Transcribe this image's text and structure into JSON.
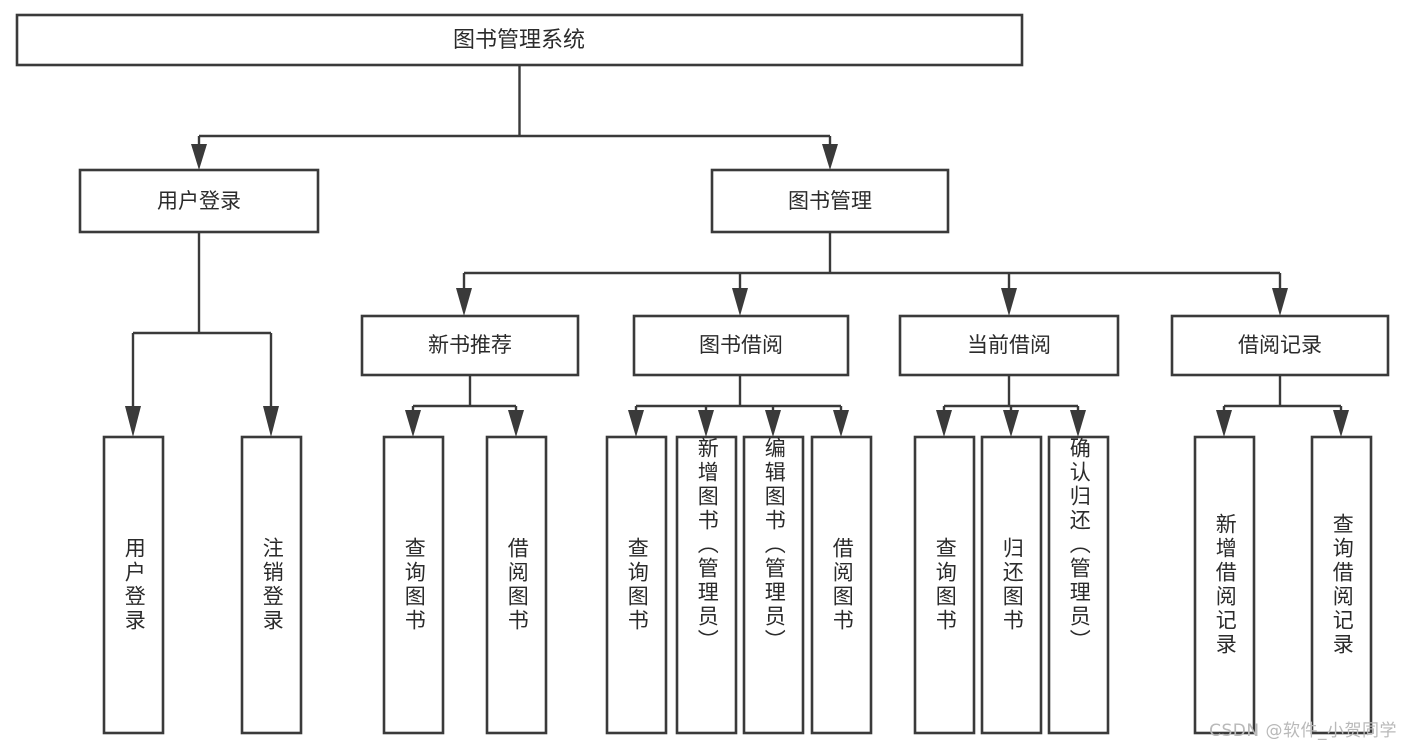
{
  "diagram": {
    "title": "图书管理系统",
    "type": "tree-hierarchy",
    "orientation": "top-down",
    "box_fill": "#ffffff",
    "box_stroke": "#3a3a3a",
    "text_color": "#2b2b2b"
  },
  "watermark": {
    "text": "CSDN @软件_小贺同学",
    "color": "#b9b9b9"
  },
  "nodes": {
    "root": {
      "label": "图书管理系统",
      "level": 1
    },
    "l2": [
      {
        "id": "user-login",
        "label": "用户登录",
        "level": 2
      },
      {
        "id": "book-manage",
        "label": "图书管理",
        "level": 2
      }
    ],
    "l3": [
      {
        "id": "new-book-rec",
        "label": "新书推荐",
        "level": 3,
        "parent": "book-manage"
      },
      {
        "id": "book-borrow",
        "label": "图书借阅",
        "level": 3,
        "parent": "book-manage"
      },
      {
        "id": "current-borrow",
        "label": "当前借阅",
        "level": 3,
        "parent": "book-manage"
      },
      {
        "id": "borrow-record",
        "label": "借阅记录",
        "level": 3,
        "parent": "book-manage"
      }
    ],
    "leaves": [
      {
        "id": "leaf-user-login",
        "label": "用户登录",
        "parent": "user-login"
      },
      {
        "id": "leaf-logout-login",
        "label": "注销登录",
        "parent": "user-login"
      },
      {
        "id": "leaf-query-book-rec",
        "label": "查询图书",
        "parent": "new-book-rec"
      },
      {
        "id": "leaf-borrow-book-rec",
        "label": "借阅图书",
        "parent": "new-book-rec"
      },
      {
        "id": "leaf-query-book-bb",
        "label": "查询图书",
        "parent": "book-borrow"
      },
      {
        "id": "leaf-add-book",
        "label": "新增图书（管理员）",
        "parent": "book-borrow"
      },
      {
        "id": "leaf-edit-book",
        "label": "编辑图书（管理员）",
        "parent": "book-borrow"
      },
      {
        "id": "leaf-borrow-book-bb",
        "label": "借阅图书",
        "parent": "book-borrow"
      },
      {
        "id": "leaf-query-book-cb",
        "label": "查询图书",
        "parent": "current-borrow"
      },
      {
        "id": "leaf-return-book",
        "label": "归还图书",
        "parent": "current-borrow"
      },
      {
        "id": "leaf-confirm-return",
        "label": "确认归还（管理员）",
        "parent": "current-borrow"
      },
      {
        "id": "leaf-add-record",
        "label": "新增借阅记录",
        "parent": "borrow-record"
      },
      {
        "id": "leaf-query-record",
        "label": "查询借阅记录",
        "parent": "borrow-record"
      }
    ]
  }
}
